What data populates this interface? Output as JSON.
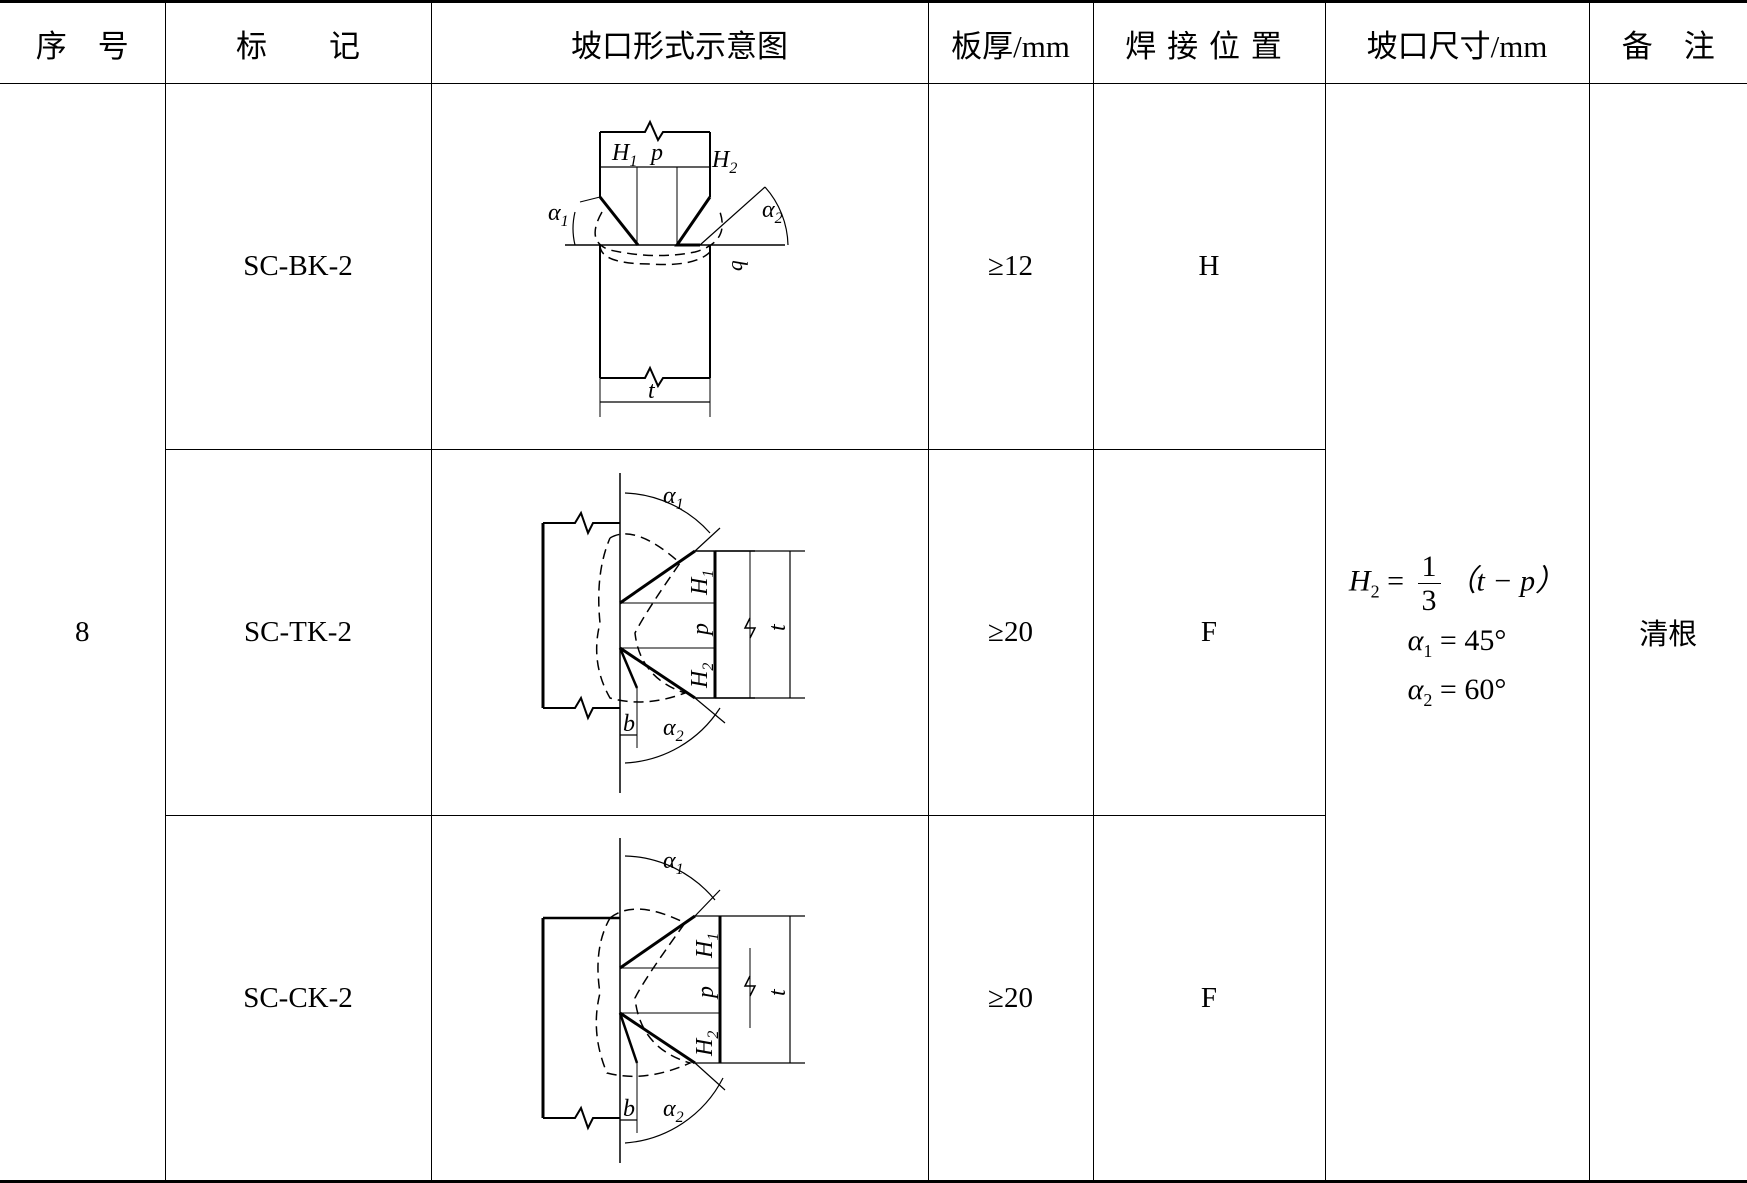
{
  "table": {
    "headers": {
      "no": "序　号",
      "mark": "标　　记",
      "diagram": "坡口形式示意图",
      "thickness": "板厚/mm",
      "position": "焊接位置",
      "dimension": "坡口尺寸/mm",
      "remark": "备　注"
    },
    "group_no": "8",
    "rows": [
      {
        "mark": "SC-BK-2",
        "thickness": "≥12",
        "position": "H"
      },
      {
        "mark": "SC-TK-2",
        "thickness": "≥20",
        "position": "F"
      },
      {
        "mark": "SC-CK-2",
        "thickness": "≥20",
        "position": "F"
      }
    ],
    "dimension": {
      "h2_lhs": "H",
      "h2_sub": "2",
      "eq": " = ",
      "frac_num": "1",
      "frac_den": "3",
      "paren": "（t − p）",
      "alpha1": "α",
      "alpha1_sub": "1",
      "alpha1_val": " = 45°",
      "alpha2": "α",
      "alpha2_sub": "2",
      "alpha2_val": " = 60°"
    },
    "remark": "清根"
  },
  "diagram_labels": {
    "H1": "H1",
    "H2": "H2",
    "p": "p",
    "t": "t",
    "b": "b",
    "alpha1": "α1",
    "alpha2": "α2"
  }
}
